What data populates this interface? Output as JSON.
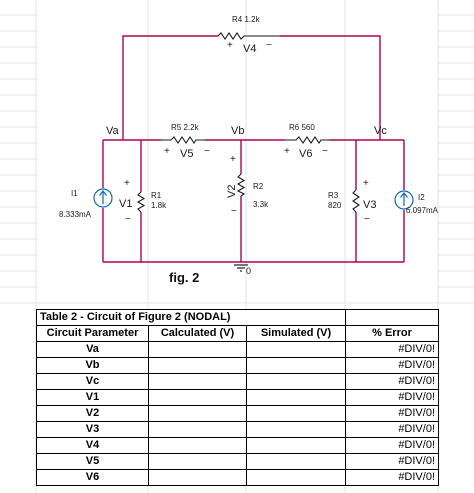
{
  "circuit": {
    "resistors": {
      "R4": {
        "name": "R4",
        "value": "1.2k"
      },
      "R5": {
        "name": "R5",
        "value": "2.2k"
      },
      "R6": {
        "name": "R6",
        "value": "560"
      },
      "R1": {
        "name": "R1",
        "value": "1.8k"
      },
      "R2": {
        "name": "R2",
        "value": "3.3k"
      },
      "R3": {
        "name": "R3",
        "value": "820"
      }
    },
    "sources": {
      "I1": {
        "name": "I1",
        "value": "8.333mA"
      },
      "I2": {
        "name": "I2",
        "value": "6.097mA"
      }
    },
    "nodes": {
      "va": "Va",
      "vb": "Vb",
      "vc": "Vc",
      "ground": "0"
    },
    "voltage_labels": {
      "v1": "V1",
      "v2": "V2",
      "v3": "V3",
      "v4": "V4",
      "v5": "V5",
      "v6": "V6"
    },
    "plus": "+",
    "minus": "−",
    "wire_color": "#b0005a"
  },
  "figure_caption": "fig. 2",
  "table": {
    "caption": "Table 2 - Circuit of Figure 2 (NODAL)",
    "headers": [
      "Circuit Parameter",
      "Calculated (V)",
      "Simulated (V)",
      "% Error"
    ],
    "rows": [
      {
        "param": "Va",
        "calculated": "",
        "simulated": "",
        "error": "#DIV/0!"
      },
      {
        "param": "Vb",
        "calculated": "",
        "simulated": "",
        "error": "#DIV/0!"
      },
      {
        "param": "Vc",
        "calculated": "",
        "simulated": "",
        "error": "#DIV/0!"
      },
      {
        "param": "V1",
        "calculated": "",
        "simulated": "",
        "error": "#DIV/0!"
      },
      {
        "param": "V2",
        "calculated": "",
        "simulated": "",
        "error": "#DIV/0!"
      },
      {
        "param": "V3",
        "calculated": "",
        "simulated": "",
        "error": "#DIV/0!"
      },
      {
        "param": "V4",
        "calculated": "",
        "simulated": "",
        "error": "#DIV/0!"
      },
      {
        "param": "V5",
        "calculated": "",
        "simulated": "",
        "error": "#DIV/0!"
      },
      {
        "param": "V6",
        "calculated": "",
        "simulated": "",
        "error": "#DIV/0!"
      }
    ]
  }
}
